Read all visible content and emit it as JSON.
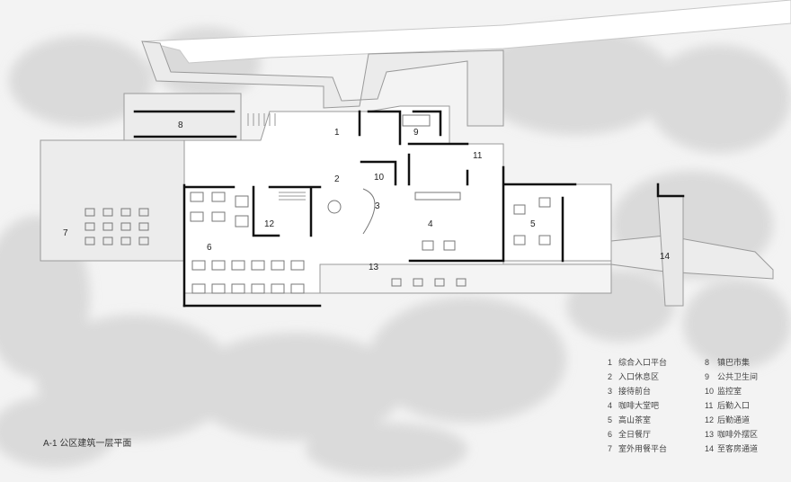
{
  "drawing_title": "A-1 公区建筑一层平面",
  "rooms": [
    {
      "num": "1"
    },
    {
      "num": "2"
    },
    {
      "num": "3"
    },
    {
      "num": "4"
    },
    {
      "num": "5"
    },
    {
      "num": "6"
    },
    {
      "num": "7"
    },
    {
      "num": "8"
    },
    {
      "num": "9"
    },
    {
      "num": "10"
    },
    {
      "num": "11"
    },
    {
      "num": "12"
    },
    {
      "num": "13"
    },
    {
      "num": "14"
    }
  ],
  "legend": [
    {
      "num": "1",
      "label": "综合入口平台"
    },
    {
      "num": "2",
      "label": "入口休息区"
    },
    {
      "num": "3",
      "label": "接待前台"
    },
    {
      "num": "4",
      "label": "咖啡大堂吧"
    },
    {
      "num": "5",
      "label": "高山茶室"
    },
    {
      "num": "6",
      "label": "全日餐厅"
    },
    {
      "num": "7",
      "label": "室外用餐平台"
    },
    {
      "num": "8",
      "label": "镇巴市集"
    },
    {
      "num": "9",
      "label": "公共卫生间"
    },
    {
      "num": "10",
      "label": "监控室"
    },
    {
      "num": "11",
      "label": "后勤入口"
    },
    {
      "num": "12",
      "label": "后勤通道"
    },
    {
      "num": "13",
      "label": "咖啡外摆区"
    },
    {
      "num": "14",
      "label": "至客房通道"
    }
  ],
  "colors": {
    "background": "#f3f3f3",
    "tree_canopy": "#d9d9d9",
    "floor": "#ffffff",
    "terrace": "#ececec",
    "wall": "#111111",
    "outline": "#9a9a9a"
  }
}
